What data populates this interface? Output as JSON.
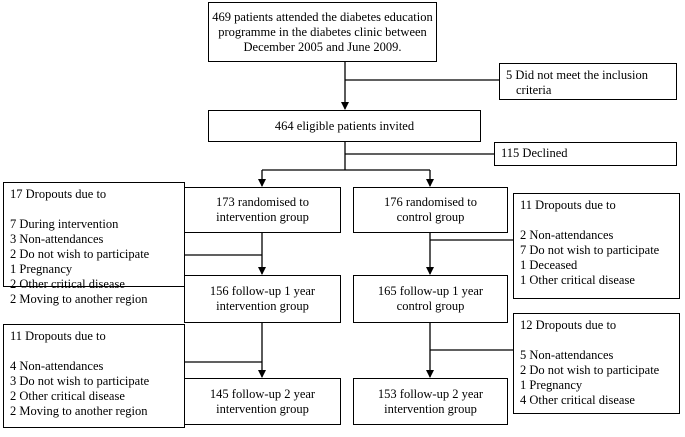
{
  "start": {
    "lines": [
      "469 patients attended the diabetes education",
      "programme in the diabetes clinic between",
      "December 2005 and June 2009."
    ]
  },
  "excluded": {
    "lines": [
      "5 Did not meet the inclusion",
      "criteria"
    ]
  },
  "eligible": {
    "lines": [
      "464 eligible patients invited"
    ]
  },
  "declined": {
    "lines": [
      "115 Declined"
    ]
  },
  "intervention": {
    "lines": [
      "173 randomised to",
      "intervention group"
    ]
  },
  "control": {
    "lines": [
      "176 randomised to",
      "control group"
    ]
  },
  "drop_int_1": {
    "heading": "17 Dropouts due to",
    "items": [
      "7 During intervention",
      "3 Non-attendances",
      "2 Do not wish to participate",
      "1 Pregnancy",
      "2 Other critical disease",
      "2 Moving to another region"
    ]
  },
  "drop_ctl_1": {
    "heading": "11 Dropouts due to",
    "items": [
      "2 Non-attendances",
      "7 Do not wish to participate",
      "1 Deceased",
      "1 Other critical disease"
    ]
  },
  "fu1_int": {
    "lines": [
      "156 follow-up 1 year",
      "intervention group"
    ]
  },
  "fu1_ctl": {
    "lines": [
      "165 follow-up 1 year",
      "control group"
    ]
  },
  "drop_int_2": {
    "heading": "11 Dropouts due to",
    "items": [
      "4 Non-attendances",
      "3 Do not wish to participate",
      "2 Other critical disease",
      "2 Moving to another region"
    ]
  },
  "drop_ctl_2": {
    "heading": "12 Dropouts due to",
    "items": [
      "5 Non-attendances",
      "2 Do not wish to participate",
      "1 Pregnancy",
      "4 Other critical disease"
    ]
  },
  "fu2_int": {
    "lines": [
      "145 follow-up 2 year",
      "intervention group"
    ]
  },
  "fu2_ctl": {
    "lines": [
      "153 follow-up 2 year",
      "intervention group"
    ]
  }
}
